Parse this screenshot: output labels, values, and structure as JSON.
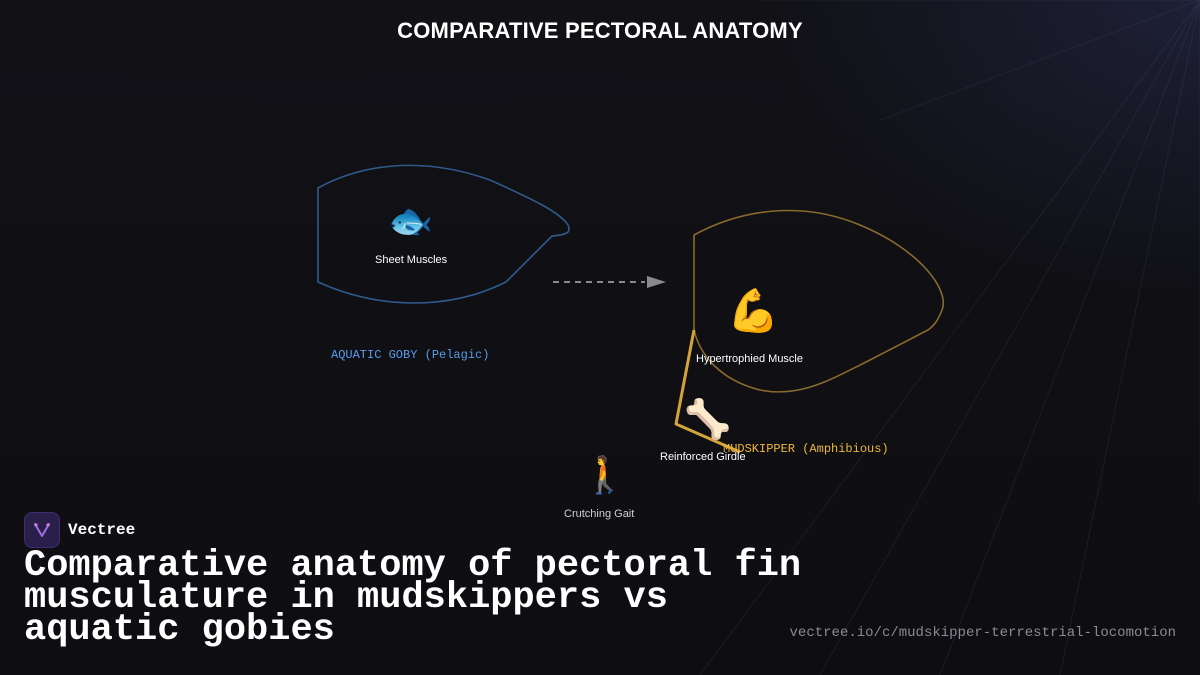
{
  "title": "COMPARATIVE PECTORAL ANATOMY",
  "diagram": {
    "aquatic": {
      "icon": "🐟",
      "icon_name": "fish-icon",
      "label": "Sheet Muscles",
      "species": "AQUATIC GOBY (Pelagic)",
      "color": "#2e5a8c",
      "label_color": "#5a9bea"
    },
    "amphibious": {
      "muscle_icon": "💪",
      "muscle_icon_name": "flexed-biceps-icon",
      "muscle_label": "Hypertrophied Muscle",
      "bone_icon": "🦴",
      "bone_icon_name": "bone-icon",
      "bone_label": "Reinforced Girdle",
      "species": "MUDSKIPPER (Amphibious)",
      "color": "#8a6a2e",
      "girdle_color": "#d4a33a",
      "label_color": "#f0b73a"
    },
    "gait": {
      "icon": "🚶",
      "icon_name": "person-walking-icon",
      "label": "Crutching Gait"
    },
    "arrow_color": "#8a8a8a"
  },
  "footer": {
    "brand": "Vectree",
    "caption": "Comparative anatomy of pectoral fin musculature in mudskippers vs aquatic gobies",
    "url": "vectree.io/c/mudskipper-terrestrial-locomotion",
    "logo_icon": "vectree-logo-icon"
  }
}
